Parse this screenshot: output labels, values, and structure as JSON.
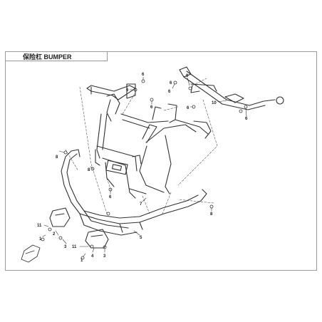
{
  "header": {
    "title": "保险杠 BUMPER"
  },
  "callouts": [
    {
      "id": "c-6-a",
      "text": "6"
    },
    {
      "id": "c-6-b",
      "text": "6"
    },
    {
      "id": "c-6-c",
      "text": "6"
    },
    {
      "id": "c-6-d",
      "text": "6"
    },
    {
      "id": "c-6-e",
      "text": "6"
    },
    {
      "id": "c-9",
      "text": "9"
    },
    {
      "id": "c-10",
      "text": "10"
    },
    {
      "id": "c-6-f",
      "text": "6"
    },
    {
      "id": "c-6-g",
      "text": "6"
    },
    {
      "id": "c-8-a",
      "text": "8"
    },
    {
      "id": "c-8-b",
      "text": "8"
    },
    {
      "id": "c-8-c",
      "text": "8"
    },
    {
      "id": "c-6-h",
      "text": "6"
    },
    {
      "id": "c-7",
      "text": "7"
    },
    {
      "id": "c-11-a",
      "text": "11"
    },
    {
      "id": "c-2",
      "text": "2"
    },
    {
      "id": "c-1-a",
      "text": "1"
    },
    {
      "id": "c-3-a",
      "text": "3"
    },
    {
      "id": "c-11-b",
      "text": "11"
    },
    {
      "id": "c-4",
      "text": "4"
    },
    {
      "id": "c-1-b",
      "text": "1"
    },
    {
      "id": "c-3-b",
      "text": "3"
    },
    {
      "id": "c-5",
      "text": "5"
    }
  ],
  "colors": {
    "line": "#333333",
    "frame": "#9a9a9a",
    "dash": "#555555"
  }
}
